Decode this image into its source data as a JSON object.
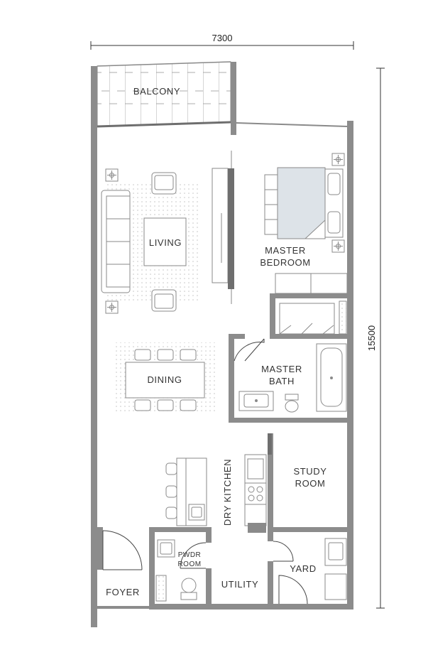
{
  "dimensions": {
    "width": "7300",
    "height": "15500"
  },
  "rooms": {
    "balcony": "BALCONY",
    "living": "LIVING",
    "master_bedroom_1": "MASTER",
    "master_bedroom_2": "BEDROOM",
    "dining": "DINING",
    "master_bath_1": "MASTER",
    "master_bath_2": "BATH",
    "dry_kitchen": "DRY KITCHEN",
    "study_room_1": "STUDY",
    "study_room_2": "ROOM",
    "pwdr_room_1": "PWDR",
    "pwdr_room_2": "ROOM",
    "foyer": "FOYER",
    "utility": "UTILITY",
    "yard": "YARD"
  },
  "colors": {
    "wall": "#8c8c8c",
    "bed": "#dde3e8",
    "text": "#333333"
  }
}
